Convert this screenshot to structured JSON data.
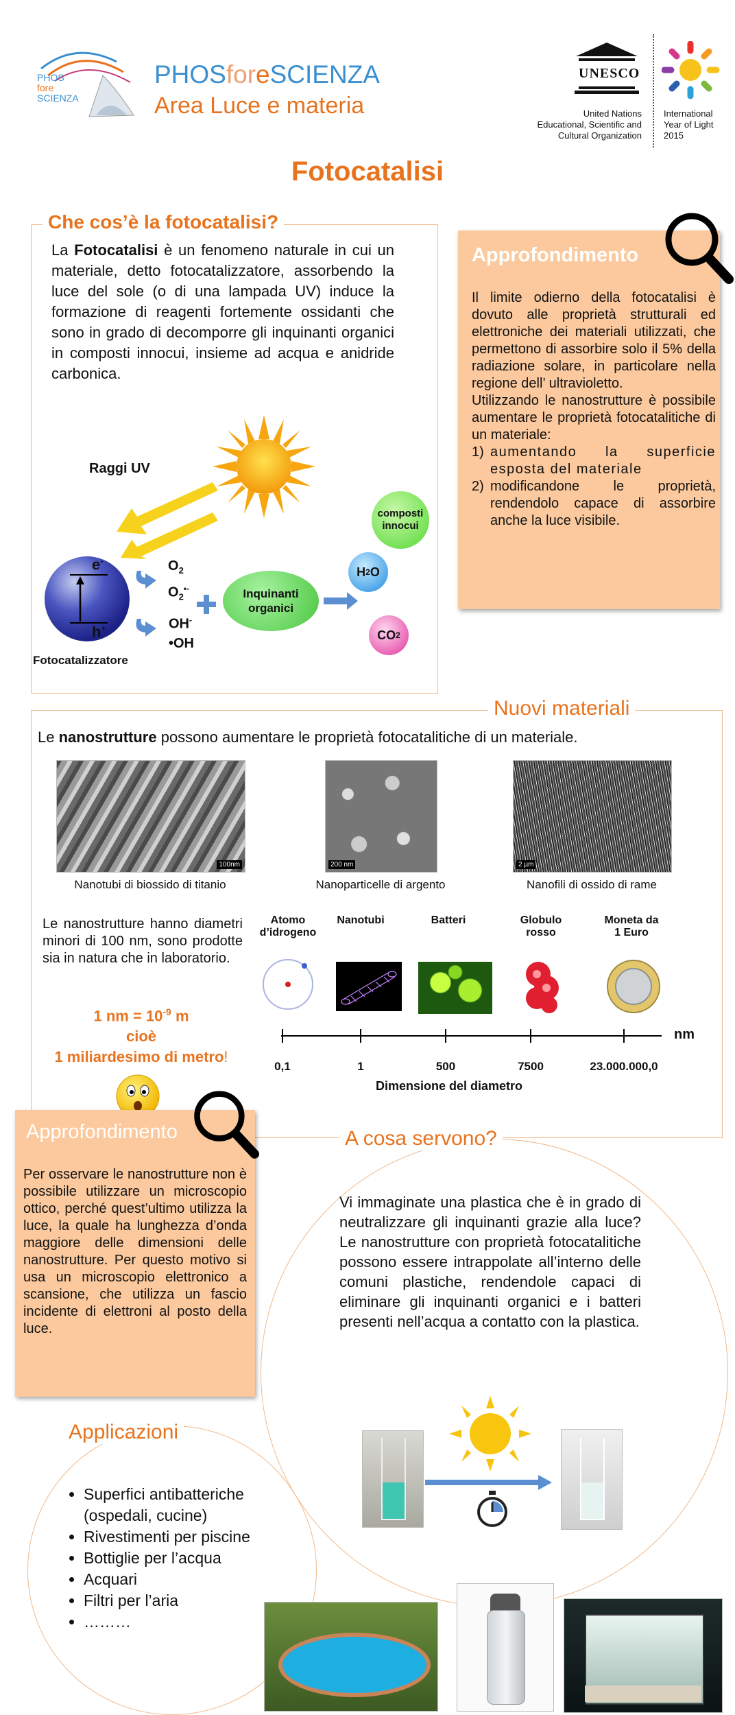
{
  "header": {
    "logo_text": [
      "PHOS",
      "fore",
      "SCIENZA"
    ],
    "brand": {
      "p1": "PHOS",
      "p2": "for",
      "p3": "e",
      "p4": "SCIENZA"
    },
    "area": "Area Luce e materia",
    "unesco_label": "UNESCO",
    "unesco_caption": [
      "United Nations",
      "Educational, Scientific and",
      "Cultural Organization"
    ],
    "iyl_caption": [
      "International",
      "Year of Light",
      "2015"
    ]
  },
  "page_title": "Fotocatalisi",
  "what": {
    "title": "Che cos’è la fotocatalisi?",
    "intro_prefix": "La ",
    "intro_bold": "Fotocatalisi",
    "intro_rest": " è un fenomeno naturale in cui un materiale, detto fotocatalizzatore, assorbendo la luce del sole (o di una lampada UV) induce la formazione di reagenti fortemente ossidanti che sono in grado di decomporre gli inquinanti organici in composti innocui, insieme ad acqua e anidride carbonica.",
    "diagram": {
      "uv_rays": "Raggi UV",
      "electron": "e",
      "hole": "h",
      "catalyst": "Fotocatalizzatore",
      "o2": "O",
      "o2_radical": "O",
      "oh_minus": "OH",
      "oh_radical": "•OH",
      "pollutants": [
        "Inquinanti",
        "organici"
      ],
      "harmless": [
        "composti",
        "innocui"
      ],
      "h2o": "H",
      "co2": "CO"
    }
  },
  "deep1": {
    "title": "Approfondimento",
    "p1": "Il limite odierno della fotocatalisi è dovuto alle proprietà strutturali ed elettroniche dei materiali utilizzati, che permettono di assorbire solo il 5% della radiazione solare, in particolare nella regione dell’ ultravioletto.",
    "p2": "Utilizzando le nanostrutture è possibile aumentare le proprietà fotocatalitiche di un materiale:",
    "items": [
      {
        "num": "1)",
        "text": "aumentando la superficie esposta del materiale"
      },
      {
        "num": "2)",
        "text": "modificandone le proprietà, rendendolo capace di assorbire anche la luce visibile."
      }
    ]
  },
  "nuovi": {
    "title": "Nuovi materiali",
    "intro_prefix": "Le ",
    "intro_bold": "nanostrutture",
    "intro_rest": " possono aumentare le proprietà fotocatalitiche di un materiale.",
    "photos": [
      {
        "caption": "Nanotubi di biossido di titanio",
        "scale": "100nm"
      },
      {
        "caption": "Nanoparticelle di argento",
        "scale": "200 nm"
      },
      {
        "caption": "Nanofili di ossido di rame",
        "scale": "2 µm"
      }
    ],
    "size_text": "Le nanostrutture hanno diametri minori di 100 nm, sono prodotte sia in natura che in laboratorio.",
    "nm_line": "1 nm = 10",
    "nm_exp": "-9",
    "nm_unit": " m",
    "cioe": "cioè",
    "billionth": "1 miliardesimo di metro",
    "billionth_mark": "!",
    "scale": {
      "labels": [
        {
          "l1": "Atomo",
          "l2": "d’idrogeno"
        },
        {
          "l1": "Nanotubi",
          "l2": ""
        },
        {
          "l1": "Batteri",
          "l2": ""
        },
        {
          "l1": "Globulo",
          "l2": "rosso"
        },
        {
          "l1": "Moneta da",
          "l2": "1 Euro"
        }
      ],
      "ticks": [
        "0,1",
        "1",
        "500",
        "7500",
        "23.000.000,0"
      ],
      "unit": "nm",
      "axis_title": "Dimensione del diametro"
    }
  },
  "deep2": {
    "title": "Approfondimento",
    "text": "Per osservare le nanostrutture non è possibile utilizzare un microscopio ottico, perché quest’ultimo utilizza la luce, la quale ha lunghezza d’onda maggiore delle dimensioni delle nanostrutture. Per questo motivo si usa un microscopio elettronico a scansione, che utilizza un fascio incidente di elettroni al posto della luce."
  },
  "uses": {
    "title": "A cosa servono?",
    "text": "Vi immaginate una plastica che è in grado di neutralizzare gli inquinanti grazie alla luce? Le nanostrutture con proprietà fotocatalitiche possono essere intrappolate all’interno delle comuni plastiche, rendendole capaci di eliminare gli inquinanti organici e i batteri presenti nell’acqua a contatto con la plastica."
  },
  "apps": {
    "title": "Applicazioni",
    "items": [
      "Superfici antibatteriche (ospedali, cucine)",
      "Rivestimenti per piscine",
      "Bottiglie per l’acqua",
      "Acquari",
      "Filtri per l’aria",
      "………"
    ]
  },
  "colors": {
    "accent": "#e8731e",
    "box": "#fbc99d",
    "frame": "#f0b98a",
    "brand_blue": "#3a8fd0"
  }
}
